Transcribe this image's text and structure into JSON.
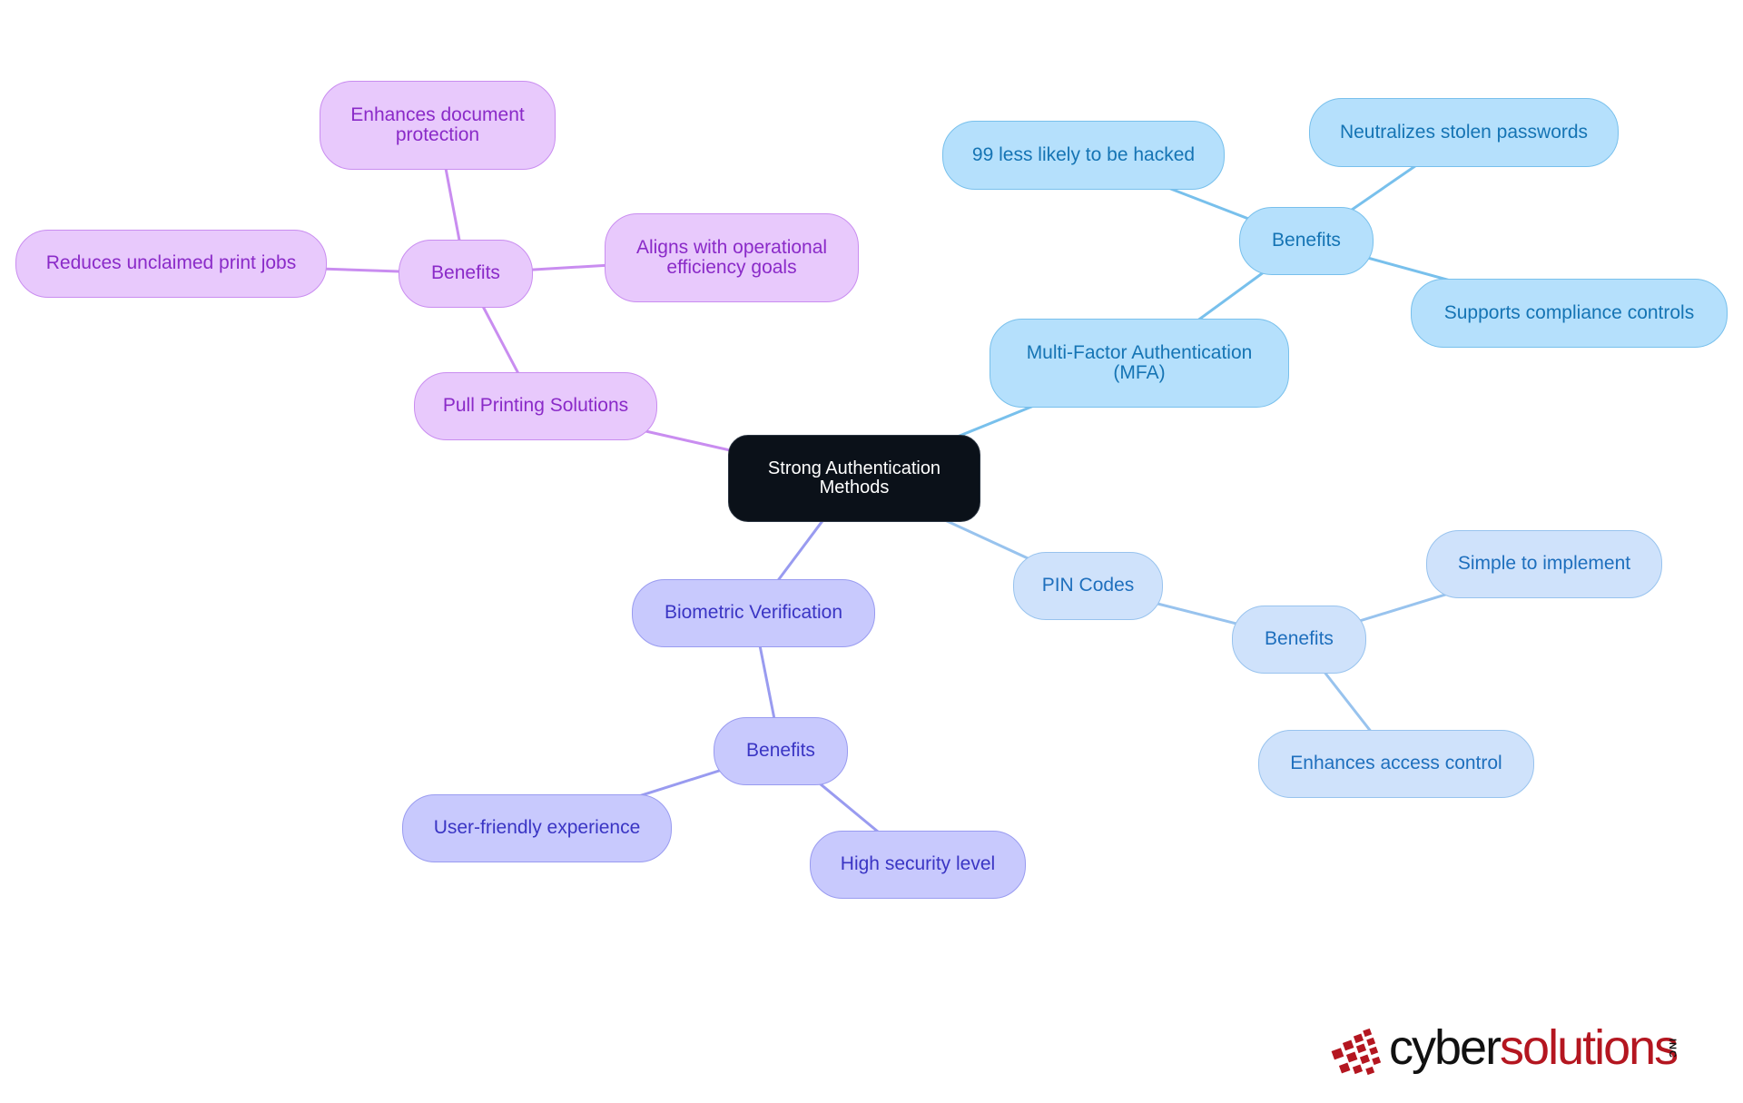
{
  "diagram": {
    "root": {
      "label": "Strong Authentication\nMethods"
    },
    "branches": [
      {
        "label": "Pull Printing Solutions",
        "color": "#c98df0",
        "benefits_label": "Benefits",
        "benefits": [
          "Enhances document\nprotection",
          "Reduces unclaimed print jobs",
          "Aligns with operational\nefficiency goals"
        ]
      },
      {
        "label": "Multi-Factor Authentication\n(MFA)",
        "color": "#78c0ec",
        "benefits_label": "Benefits",
        "benefits": [
          "99 less likely to be hacked",
          "Neutralizes stolen passwords",
          "Supports compliance controls"
        ]
      },
      {
        "label": "PIN Codes",
        "color": "#98c3ee",
        "benefits_label": "Benefits",
        "benefits": [
          "Simple to implement",
          "Enhances access control"
        ]
      },
      {
        "label": "Biometric Verification",
        "color": "#999bf0",
        "benefits_label": "Benefits",
        "benefits": [
          "User-friendly experience",
          "High security level"
        ]
      }
    ]
  },
  "logo": {
    "cyber": "cyber",
    "solutions": "solutions",
    "inc": "INC",
    "mark_color": "#b41620"
  }
}
